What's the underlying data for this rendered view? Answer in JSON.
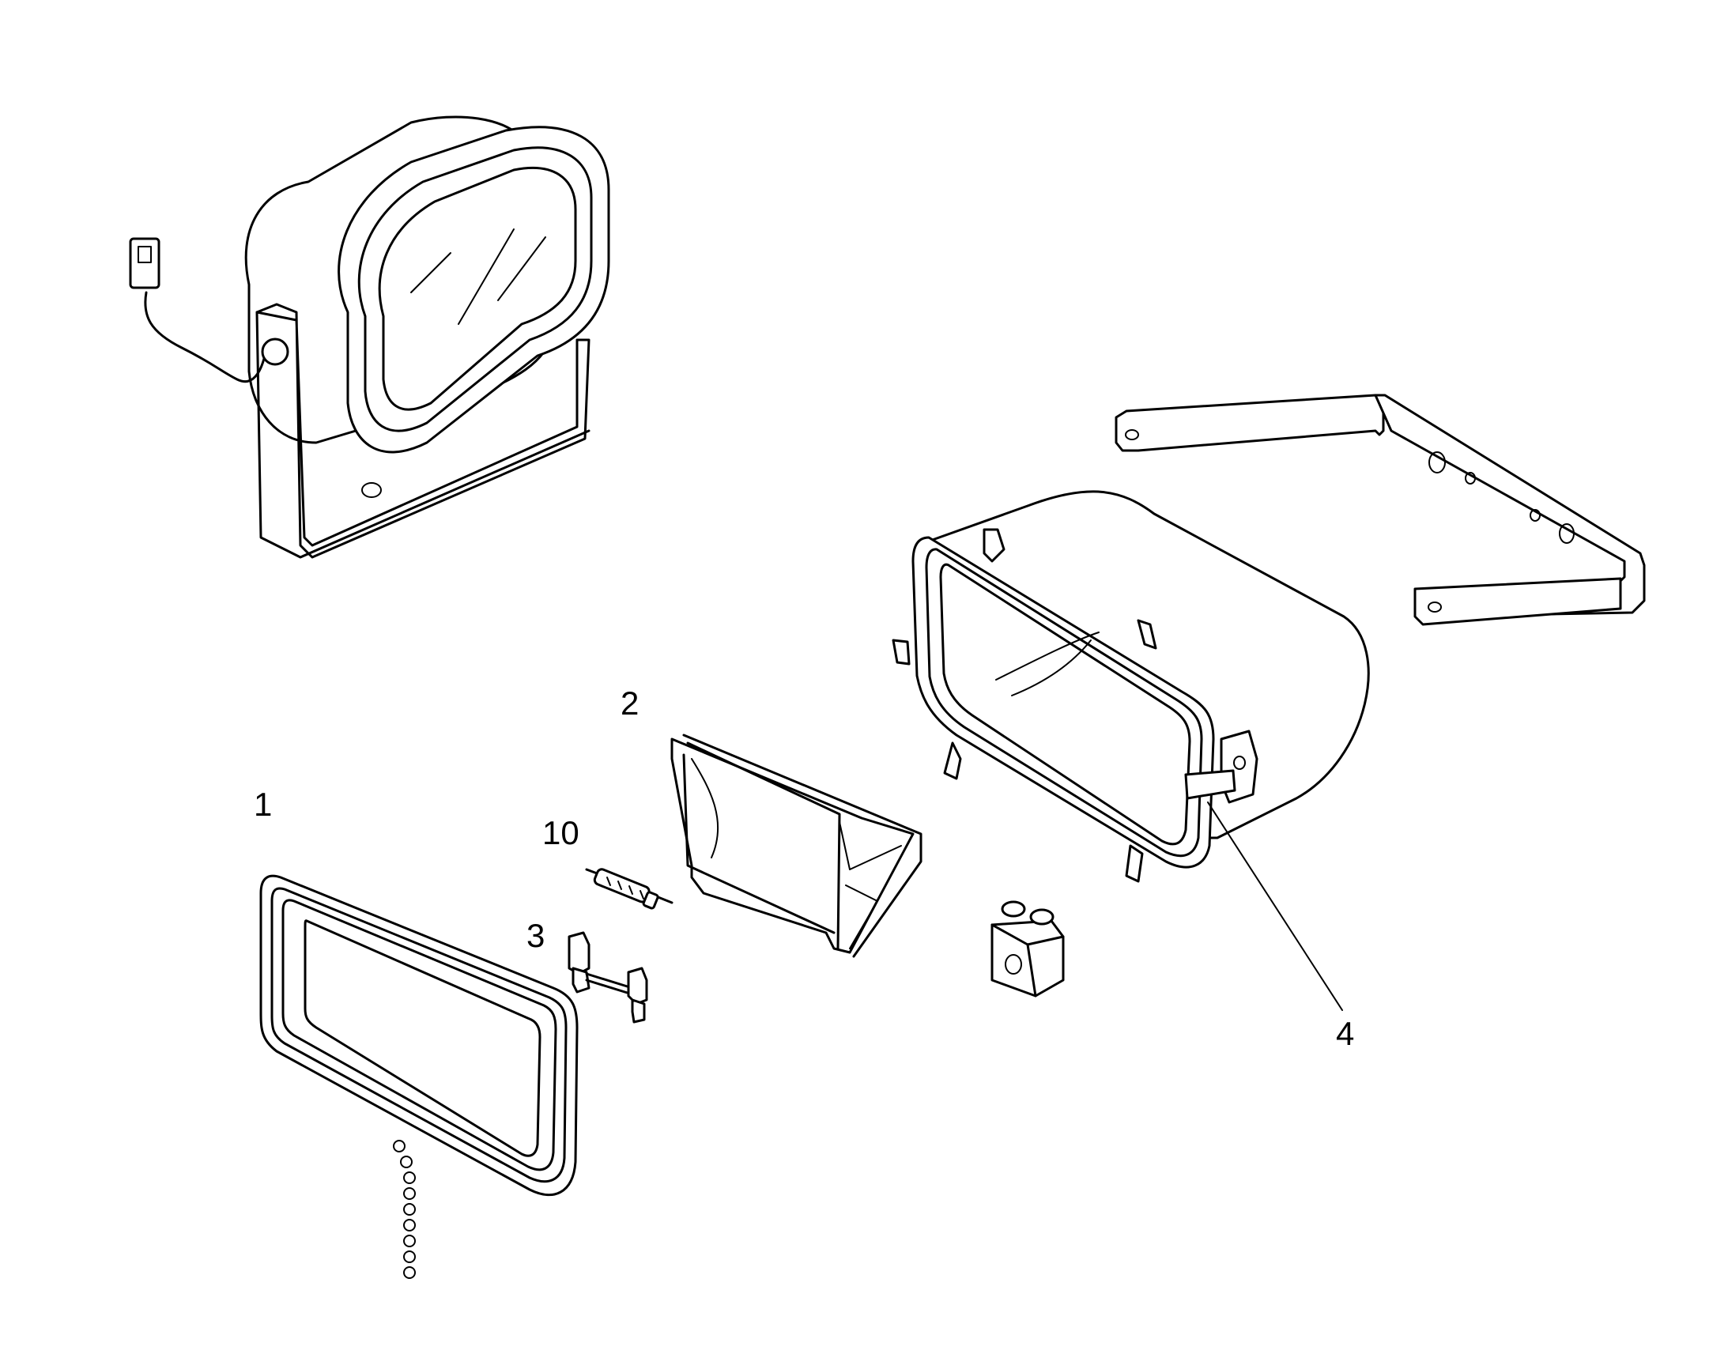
{
  "diagram": {
    "callouts": [
      {
        "id": "1",
        "label": "1"
      },
      {
        "id": "2",
        "label": "2"
      },
      {
        "id": "3",
        "label": "3"
      },
      {
        "id": "4",
        "label": "4"
      },
      {
        "id": "10",
        "label": "10"
      }
    ],
    "colors": {
      "line": "#000000",
      "background": "#ffffff"
    }
  }
}
